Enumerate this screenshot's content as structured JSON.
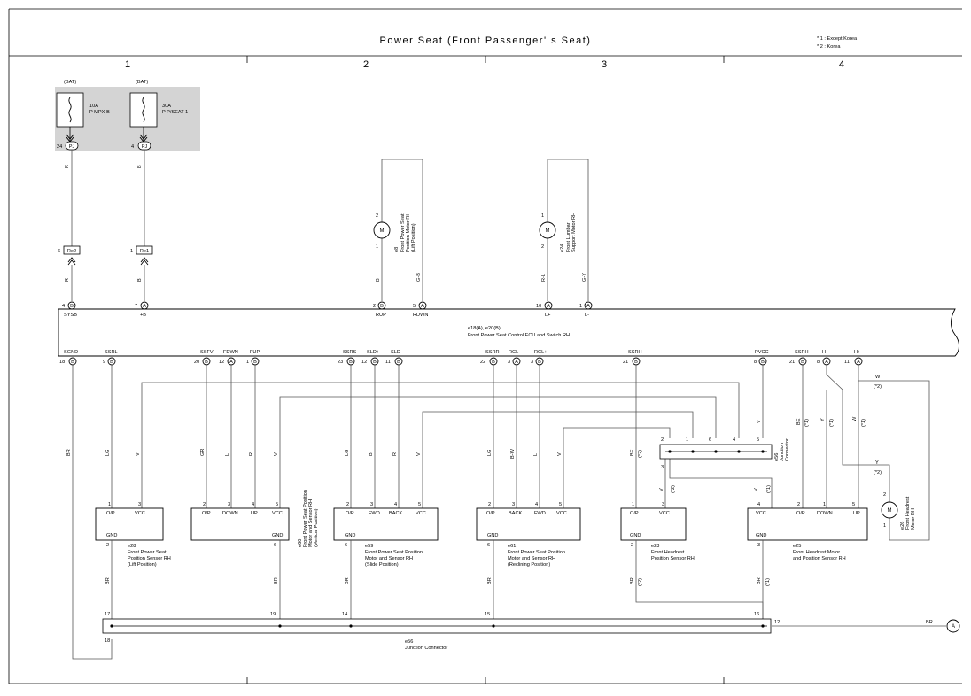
{
  "title": "Power Seat (Front Passenger' s Seat)",
  "notes": [
    "* 1 : Except Korea",
    "* 2 : Korea"
  ],
  "columns": [
    "1",
    "2",
    "3",
    "4"
  ],
  "fuses": [
    {
      "bat": "(BAT)",
      "amp": "10A",
      "name": "P MPX-B",
      "pin": "24",
      "conn": "PJ",
      "wire": "R"
    },
    {
      "bat": "(BAT)",
      "amp": "30A",
      "name": "P P/SEAT 1",
      "pin": "4",
      "conn": "PJ",
      "wire": "B"
    }
  ],
  "relays": [
    {
      "pin": "6",
      "name": "Re2",
      "wire": "R"
    },
    {
      "pin": "1",
      "name": "Re1",
      "wire": "B"
    }
  ],
  "motor_e8": {
    "code": "e8",
    "name": "Front Power Seat Position Motor RH (Lift Position)",
    "pin_top": "2",
    "pin_bottom": "1",
    "symbol": "M"
  },
  "motor_e24": {
    "code": "e24",
    "name": "Front Lumbar Support Motor RH",
    "pin_top": "1",
    "pin_bottom": "2",
    "symbol": "M"
  },
  "motor_e26": {
    "code": "e26",
    "name": "Front Headrest Motor RH",
    "pin_top": "2",
    "pin_bottom": "1",
    "symbol": "M"
  },
  "ecu": {
    "codes": "e18(A), e20(B)",
    "name": "Front Power Seat Control ECU and Switch RH",
    "top_pins": [
      {
        "pin": "4",
        "conn": "B",
        "label": "SYSB",
        "wire": "R"
      },
      {
        "pin": "7",
        "conn": "A",
        "label": "+B",
        "wire": "B"
      },
      {
        "pin": "2",
        "conn": "B",
        "label": "RUP",
        "wire": "B"
      },
      {
        "pin": "5",
        "conn": "A",
        "label": "RDWN",
        "wire": "G-B"
      },
      {
        "pin": "10",
        "conn": "A",
        "label": "L+",
        "wire": "R-L"
      },
      {
        "pin": "1",
        "conn": "A",
        "label": "L-",
        "wire": "G-Y"
      }
    ],
    "bottom_pins": [
      {
        "pin": "18",
        "conn": "B",
        "label": "SGND",
        "wire": "BR"
      },
      {
        "pin": "9",
        "conn": "B",
        "label": "SSRL",
        "wire": "LG"
      },
      {
        "pin": "20",
        "conn": "B",
        "label": "SSFV",
        "wire": "GR"
      },
      {
        "pin": "12",
        "conn": "A",
        "label": "FDWN",
        "wire": "L"
      },
      {
        "pin": "1",
        "conn": "B",
        "label": "FUP",
        "wire": "R"
      },
      {
        "pin": "23",
        "conn": "B",
        "label": "SSRS",
        "wire": "LG"
      },
      {
        "pin": "12",
        "conn": "B",
        "label": "SLD+",
        "wire": "B"
      },
      {
        "pin": "11",
        "conn": "B",
        "label": "SLD-",
        "wire": "R"
      },
      {
        "pin": "22",
        "conn": "B",
        "label": "SSRR",
        "wire": "LG"
      },
      {
        "pin": "3",
        "conn": "A",
        "label": "RCL-",
        "wire": "B-W"
      },
      {
        "pin": "3",
        "conn": "B",
        "label": "RCL+",
        "wire": "L"
      },
      {
        "pin": "21",
        "conn": "B",
        "label": "SSRH",
        "wire": "BE"
      },
      {
        "pin": "8",
        "conn": "B",
        "label": "PVCC",
        "wire": "V"
      },
      {
        "pin": "21",
        "conn": "B",
        "label": "SSRH",
        "wire": "BE"
      },
      {
        "pin": "8",
        "conn": "A",
        "label": "H-",
        "wire": "Y"
      },
      {
        "pin": "11",
        "conn": "A",
        "label": "H+",
        "wire": "W"
      }
    ]
  },
  "v_wire": "V",
  "sensors": [
    {
      "code": "e28",
      "name": [
        "Front Power Seat",
        "Position Sensor RH",
        "(Lift Position)"
      ],
      "gnd": "GND",
      "gnd_pin": "2",
      "gnd_wire": "BR",
      "pins": [
        {
          "num": "1",
          "label": "O/P"
        },
        {
          "num": "3",
          "label": "VCC"
        }
      ]
    },
    {
      "code": "e60",
      "name": [
        "Front Power Seat Position",
        "Motor and Sensor RH",
        "(Vertical Position)"
      ],
      "gnd": "GND",
      "gnd_pin": "6",
      "gnd_wire": "BR",
      "pins": [
        {
          "num": "2",
          "label": "O/P"
        },
        {
          "num": "3",
          "label": "DOWN"
        },
        {
          "num": "4",
          "label": "UP"
        },
        {
          "num": "5",
          "label": "VCC"
        }
      ]
    },
    {
      "code": "e59",
      "name": [
        "Front Power Seat Position",
        "Motor and Sensor RH",
        "(Slide Position)"
      ],
      "gnd": "GND",
      "gnd_pin": "6",
      "gnd_wire": "BR",
      "pins": [
        {
          "num": "2",
          "label": "O/P"
        },
        {
          "num": "3",
          "label": "FWD"
        },
        {
          "num": "4",
          "label": "BACK"
        },
        {
          "num": "5",
          "label": "VCC"
        }
      ]
    },
    {
      "code": "e61",
      "name": [
        "Front Power Seat Position",
        "Motor and Sensor RH",
        "(Reclining Position)"
      ],
      "gnd": "GND",
      "gnd_pin": "6",
      "gnd_wire": "BR",
      "pins": [
        {
          "num": "2",
          "label": "O/P"
        },
        {
          "num": "3",
          "label": "BACK"
        },
        {
          "num": "4",
          "label": "FWD"
        },
        {
          "num": "5",
          "label": "VCC"
        }
      ]
    },
    {
      "code": "e23",
      "name": [
        "Front Headrest",
        "Position Sensor RH"
      ],
      "gnd": "GND",
      "gnd_pin": "2",
      "gnd_wire": "BR",
      "pins": [
        {
          "num": "1",
          "label": "O/P"
        },
        {
          "num": "3",
          "label": "VCC"
        }
      ]
    },
    {
      "code": "e25",
      "name": [
        "Front Headrest Motor",
        "and Position Sensor RH"
      ],
      "gnd": "GND",
      "gnd_pin": "3",
      "gnd_wire": "BR",
      "pins": [
        {
          "num": "4",
          "label": "VCC"
        },
        {
          "num": "2",
          "label": "O/P"
        },
        {
          "num": "1",
          "label": "DOWN"
        },
        {
          "num": "5",
          "label": "UP"
        }
      ]
    }
  ],
  "junction_e56_top": {
    "code": "e56",
    "name": [
      "Junction",
      "Connector"
    ],
    "pins": [
      "2",
      "1",
      "6",
      "4",
      "5",
      "3"
    ]
  },
  "junction_e56_bottom": {
    "code": "e56",
    "name": "Junction Connector",
    "pins": [
      "17",
      "18",
      "19",
      "14",
      "15",
      "16",
      "12"
    ]
  },
  "notes_wire": [
    "(*2)",
    "(*1)",
    "(*2)",
    "(*1)",
    "(*2)",
    "(*1)",
    "(*1)",
    "(*2)",
    "(*1)"
  ],
  "ground": {
    "wire": "BR",
    "label": "A"
  }
}
